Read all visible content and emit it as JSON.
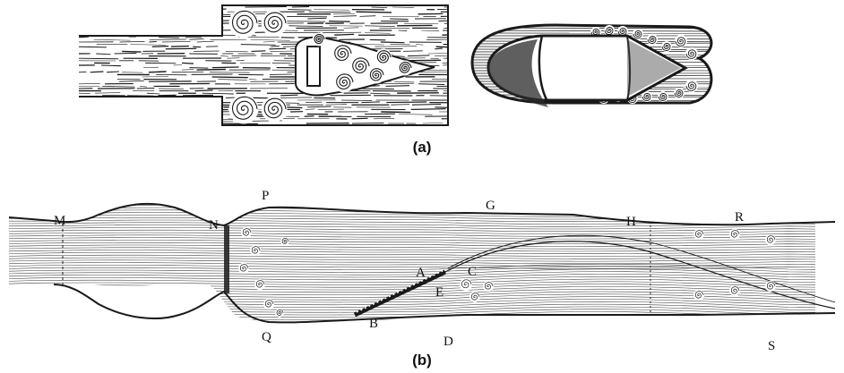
{
  "panel_a": {
    "caption": "(a)"
  },
  "panel_b": {
    "caption": "(b)",
    "point_labels": {
      "M": "M",
      "N": "N",
      "P": "P",
      "Q": "Q",
      "G": "G",
      "H": "H",
      "R": "R",
      "S": "S",
      "A": "A",
      "B": "B",
      "C": "C",
      "D": "D",
      "E": "E"
    }
  },
  "colors": {
    "ink": "#1a1a1a",
    "paper": "#ffffff"
  }
}
